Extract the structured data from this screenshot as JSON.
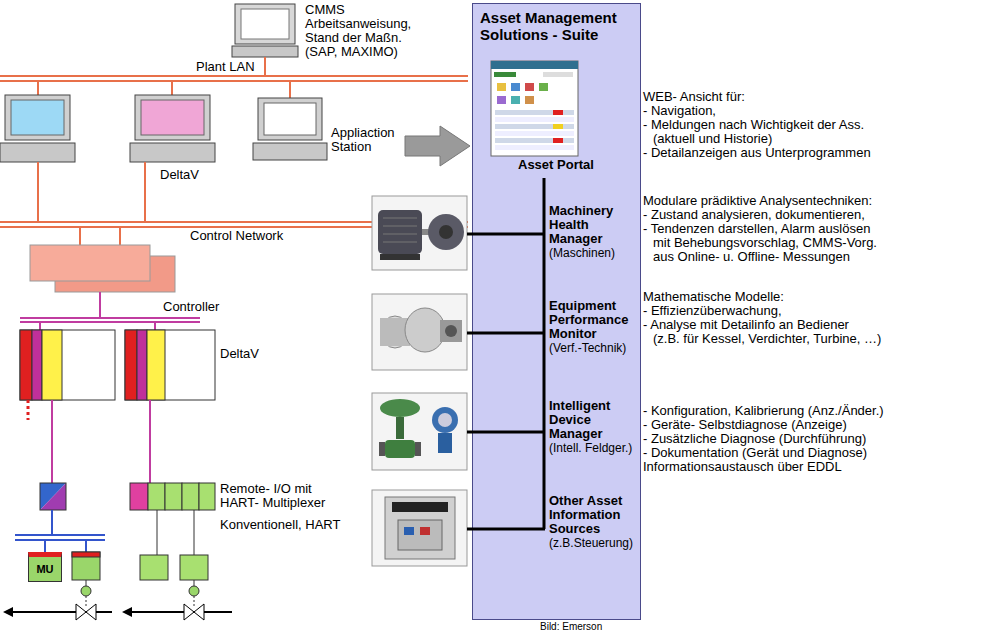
{
  "diagram": {
    "nodes": [
      {
        "text": [
          "Asset Management Solutions - Suite",
          "Asset Portal",
          "Machinery Health Manager",
          "(Maschinen)",
          "Equipment Performance Monitor",
          "(Verf.-Technik)",
          "Intelligent Device Manager",
          "(Intell. Feldger.)",
          "Other Asset Information Sources",
          "(z.B.Steuerung)"
        ]
      },
      {
        "text": [
          "MU"
        ]
      }
    ],
    "labels": [
      "CMMS",
      "Arbeitsanweisung,",
      "Stand der Maßn.",
      "(SAP, MAXIMO)",
      "Plant LAN",
      "Appliaction",
      "Station",
      "DeltaV",
      "Control Network",
      "Controller",
      "DeltaV",
      "Remote- I/O mit",
      "HART- Multiplexer",
      "Konventionell, HART",
      "WEB- Ansicht für:",
      "- Navigation,",
      "- Meldungen nach Wichtigkeit der Ass.",
      "(aktuell und Historie)",
      "- Detailanzeigen aus Unterprogrammen",
      "Modulare prädiktive Analysentechniken:",
      "- Zustand analysieren, dokumentieren,",
      "- Tendenzen darstellen, Alarm auslösen",
      "mit Behebungsvorschlag, CMMS-Vorg.",
      "aus Online- u. Offline- Messungen",
      "Mathematische Modelle:",
      "- Effizienzüberwachung,",
      "- Analyse mit Detailinfo an Bediener",
      "(z.B. für Kessel, Verdichter, Turbine, …)",
      "- Konfiguration, Kalibrierung (Anz./Änder.)",
      "- Geräte- Selbstdiagnose (Anzeige)",
      "- Zusätzliche Diagnose (Durchführung)",
      "- Dokumentation (Gerät und Diagnose)",
      "Informationsaustausch über EDDL",
      "Bild: Emerson"
    ]
  }
}
